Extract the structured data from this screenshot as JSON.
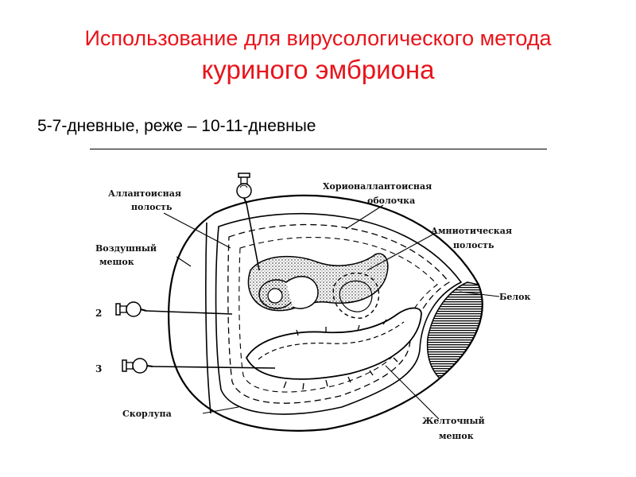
{
  "title": {
    "line1": "Использование для вирусологического метода",
    "line2": "куриного эмбриона"
  },
  "subtitle": "5-7-дневные, реже – 10-11-дневные",
  "diagram": {
    "labels": {
      "allantois_1": "Аллантоисная",
      "allantois_2": "полость",
      "air_sac_1": "Воздушный",
      "air_sac_2": "мешок",
      "chorio_1": "Хорионаллантоисная",
      "chorio_2": "оболочка",
      "amnion_1": "Амниотическая",
      "amnion_2": "полость",
      "albumen": "Белок",
      "shell": "Скорлупа",
      "yolk_1": "Желточный",
      "yolk_2": "мешок"
    },
    "numbers": {
      "n2": "2",
      "n3": "3"
    }
  },
  "colors": {
    "title": "#e8141b",
    "text": "#000000"
  }
}
